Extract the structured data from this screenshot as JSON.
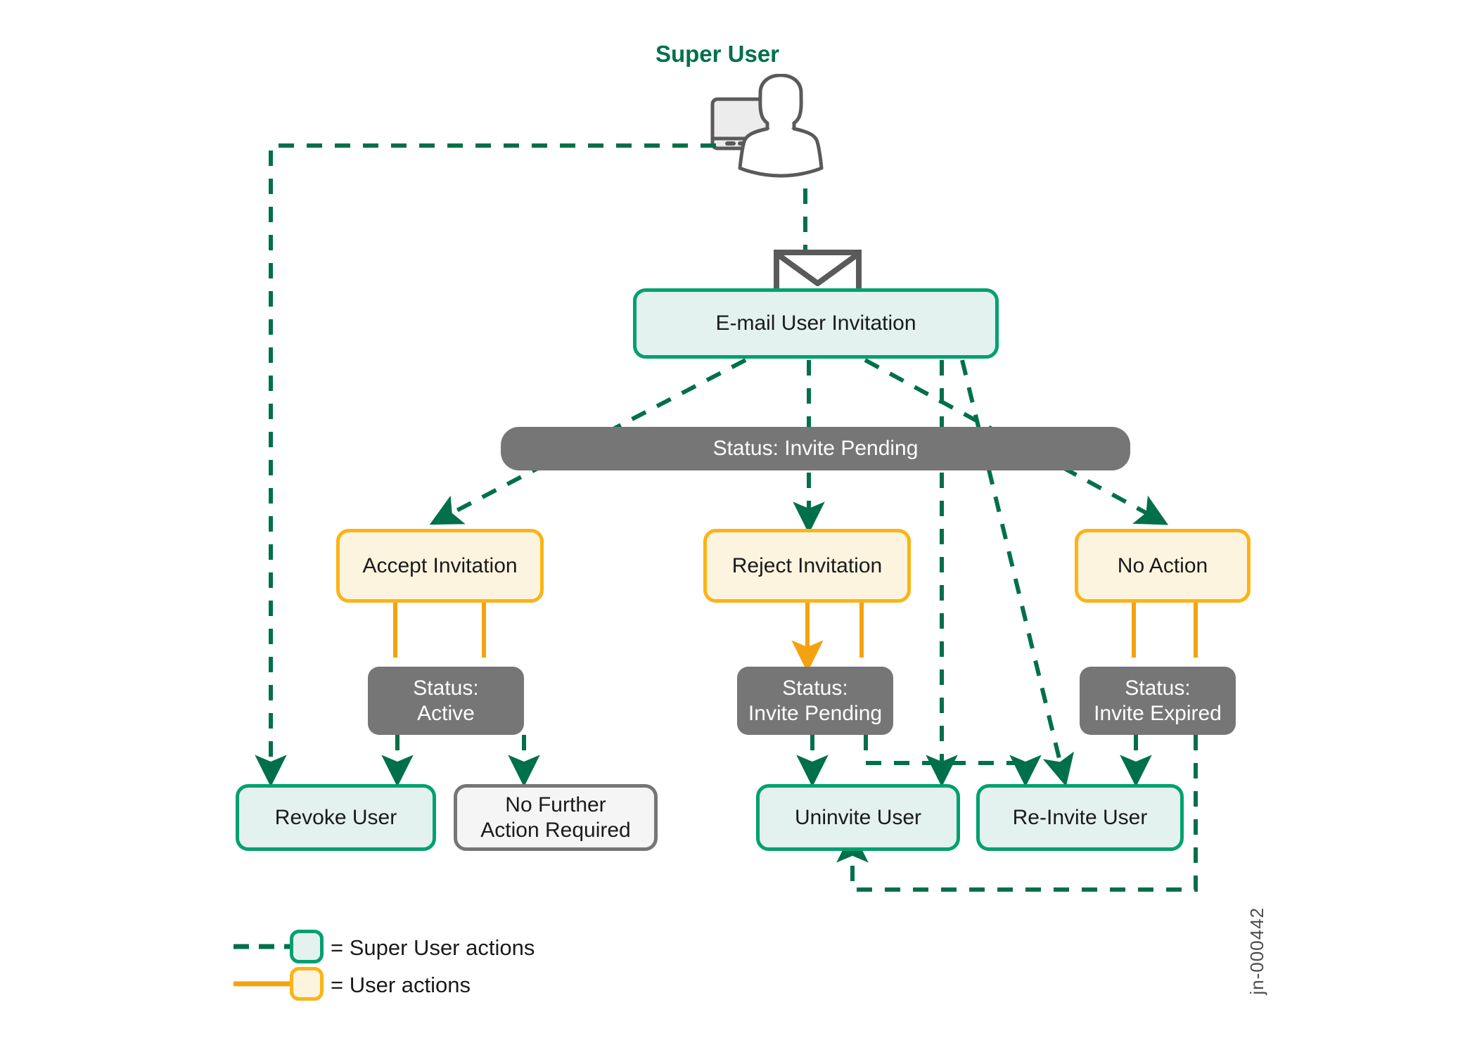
{
  "diagram": {
    "title": "Super User",
    "watermark": "jn-000442",
    "colors": {
      "teal_border": "#00a070",
      "teal_fill": "#e3f2ee",
      "yellow_border": "#fbb316",
      "yellow_fill": "#fdf4e0",
      "gray_fill": "#767676",
      "gray_border": "#767676",
      "title_green": "#00704a",
      "line_green": "#00704a",
      "line_orange": "#fbb316"
    },
    "nodes": {
      "email_invitation": "E-mail User Invitation",
      "status_invite_pending_top": "Status: Invite Pending",
      "accept_invitation": "Accept Invitation",
      "reject_invitation": "Reject Invitation",
      "no_action": "No Action",
      "status_active_line1": "Status:",
      "status_active_line2": "Active",
      "status_invite_pending_line1": "Status:",
      "status_invite_pending_line2": "Invite Pending",
      "status_invite_expired_line1": "Status:",
      "status_invite_expired_line2": "Invite Expired",
      "revoke_user": "Revoke User",
      "no_further_line1": "No Further",
      "no_further_line2": "Action Required",
      "uninvite_user": "Uninvite User",
      "reinvite_user": "Re-Invite User"
    },
    "legend": [
      {
        "label": "= Super User actions",
        "style": "dashed",
        "color": "#00a070"
      },
      {
        "label": "= User actions",
        "style": "solid",
        "color": "#fbb316"
      }
    ],
    "icons": {
      "person": "super-user-person-icon",
      "monitor": "monitor-icon",
      "envelope": "envelope-icon"
    }
  }
}
